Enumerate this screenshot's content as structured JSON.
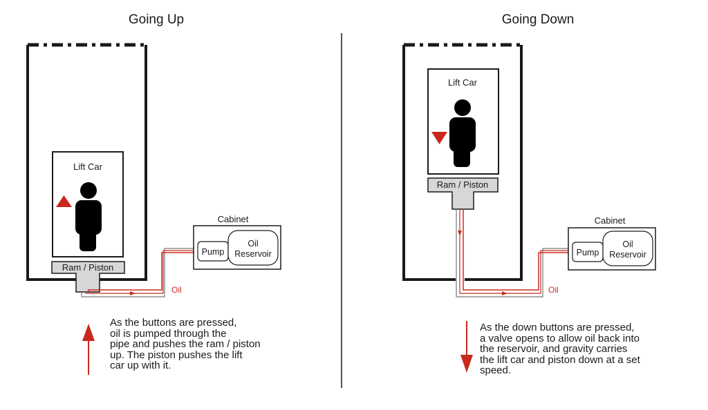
{
  "colors": {
    "arrow": "#c8281e",
    "pipe": "#cc2a22",
    "outline": "#1a1a1a",
    "ram_fill": "#d7d7d7"
  },
  "left": {
    "title": "Going Up",
    "lift_car_label": "Lift Car",
    "ram_label": "Ram / Piston",
    "cabinet_label": "Cabinet",
    "pump_label": "Pump",
    "reservoir_label_line1": "Oil",
    "reservoir_label_line2": "Reservoir",
    "oil_label": "Oil",
    "description": "As the buttons are pressed,\noil is pumped through the\npipe and pushes the ram / piston\nup. The piston pushes the lift\ncar up with it.",
    "direction": "up"
  },
  "right": {
    "title": "Going Down",
    "lift_car_label": "Lift Car",
    "ram_label": "Ram / Piston",
    "cabinet_label": "Cabinet",
    "pump_label": "Pump",
    "reservoir_label_line1": "Oil",
    "reservoir_label_line2": "Reservoir",
    "oil_label": "Oil",
    "description": "As the down buttons are pressed,\na valve opens to allow oil back into\nthe reservoir, and gravity carries\nthe lift car and piston down at a set\nspeed.",
    "direction": "down"
  }
}
